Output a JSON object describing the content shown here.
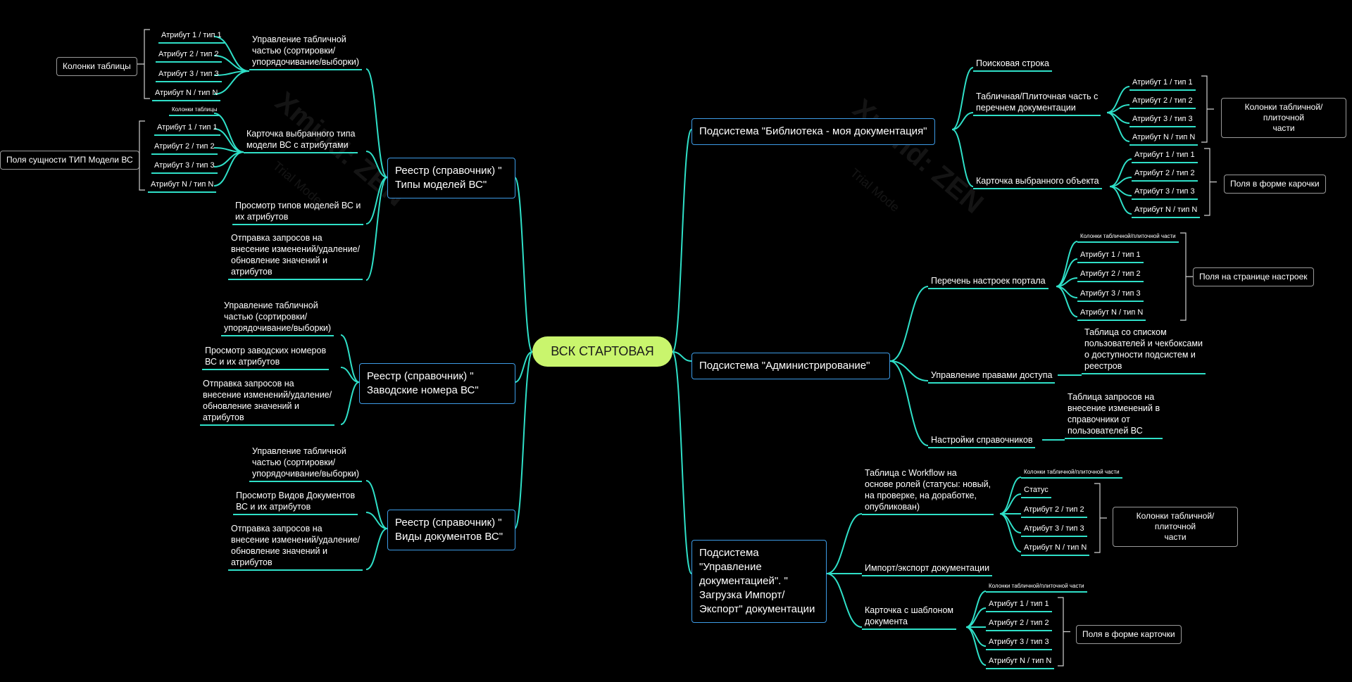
{
  "root": "ВСК СТАРТОВАЯ",
  "watermark": {
    "brand": "Xmind: ZEN",
    "mode": "Trial Mode"
  },
  "left": {
    "types": {
      "title": "Реестр (справочник) \"\nТипы моделей ВС\"",
      "table_mgmt": "Управление табличной\nчастью (сортировки/\nупорядочивание/выборки)",
      "card": "Карточка выбранного типа\nмодели ВС с атрибутами",
      "view": "Просмотр типов моделей ВС и\nих атрибутов",
      "requests": "Отправка запросов на\nвнесение изменений/удаление/\nобновление значений и\nатрибутов",
      "table_attrs": [
        "Атрибут 1 / тип 1",
        "Атрибут 2 / тип 2",
        "Атрибут 3 / тип 3",
        "Атрибут N / тип N"
      ],
      "table_legend": "Колонки таблицы",
      "card_columns_label": "Колонки таблицы",
      "card_attrs": [
        "Атрибут 1 / тип 1",
        "Атрибут 2 / тип 2",
        "Атрибут 3 / тип 3",
        "Атрибут N / тип N"
      ],
      "card_legend": "Поля сущности ТИП Модели ВС"
    },
    "serials": {
      "title": "Реестр (справочник)  \"\nЗаводские номера ВС\"",
      "table_mgmt": "Управление табличной\nчастью (сортировки/\nупорядочивание/выборки)",
      "view": "Просмотр заводских номеров\nВС и их атрибутов",
      "requests": "Отправка запросов на\nвнесение изменений/удаление/\nобновление значений и\nатрибутов"
    },
    "doctypes": {
      "title": "Реестр (справочник) \"\nВиды документов ВС\"",
      "table_mgmt": "Управление табличной\nчастью (сортировки/\nупорядочивание/выборки)",
      "view": "Просмотр Видов Документов\nВС и их атрибутов",
      "requests": "Отправка запросов на\nвнесение изменений/удаление/\nобновление значений и\nатрибутов"
    }
  },
  "right": {
    "library": {
      "title": "Подсистема \"Библиотека - моя документация\"",
      "search": "Поисковая строка",
      "table": "Табличная/Плиточная часть с\nперечнем документации",
      "table_attrs": [
        "Атрибут 1 / тип 1",
        "Атрибут 2 / тип 2",
        "Атрибут 3 / тип 3",
        "Атрибут N / тип N"
      ],
      "table_legend": "Колонки табличной/плиточной\nчасти",
      "card": "Карточка  выбранного объекта",
      "card_attrs": [
        "Атрибут 1 / тип 1",
        "Атрибут 2 / тип 2",
        "Атрибут 3 / тип 3",
        "Атрибут N / тип N"
      ],
      "card_legend": "Поля в форме карочки"
    },
    "admin": {
      "title": "Подсистема \"Администрирование\"",
      "settings": "Перечень настроек портала",
      "settings_columns_label": "Колонки табличной/плиточной части",
      "settings_attrs": [
        "Атрибут 1 / тип 1",
        "Атрибут 2 / тип 2",
        "Атрибут 3 / тип 3",
        "Атрибут N / тип N"
      ],
      "settings_legend": "Поля на странице настроек",
      "access": "Управление правами доступа",
      "access_detail": "Таблица со списком\nпользователей и чекбоксами\nо доступности подсистем и\nреестров",
      "dicts": "Настройки справочников",
      "dicts_detail": "Таблица запросов на\nвнесение изменений в\nсправочники от\nпользователей ВС"
    },
    "docs": {
      "title": "Подсистема \"Управление\nдокументацией\". \"\nЗагрузка Импорт/\nЭкспорт\" документации",
      "workflow": "Таблица с Workflow на\nоснове ролей (статусы: новый,\nна проверке, на доработке,\nопубликован)",
      "workflow_columns_label": "Колонки табличной/плиточной части",
      "workflow_attrs": [
        "Статус",
        "Атрибут 2 / тип 2",
        "Атрибут 3 / тип 3",
        "Атрибут N / тип N"
      ],
      "workflow_legend": "Колонки табличной/плиточной\nчасти",
      "import": "Импорт/экспорт документации",
      "template": "Карточка с шаблоном\nдокумента",
      "template_columns_label": "Колонки табличной/плиточной части",
      "template_attrs": [
        "Атрибут 1 / тип 1",
        "Атрибут 2 / тип 2",
        "Атрибут 3 / тип 3",
        "Атрибут N / тип N"
      ],
      "template_legend": "Поля в форме карточки"
    }
  }
}
